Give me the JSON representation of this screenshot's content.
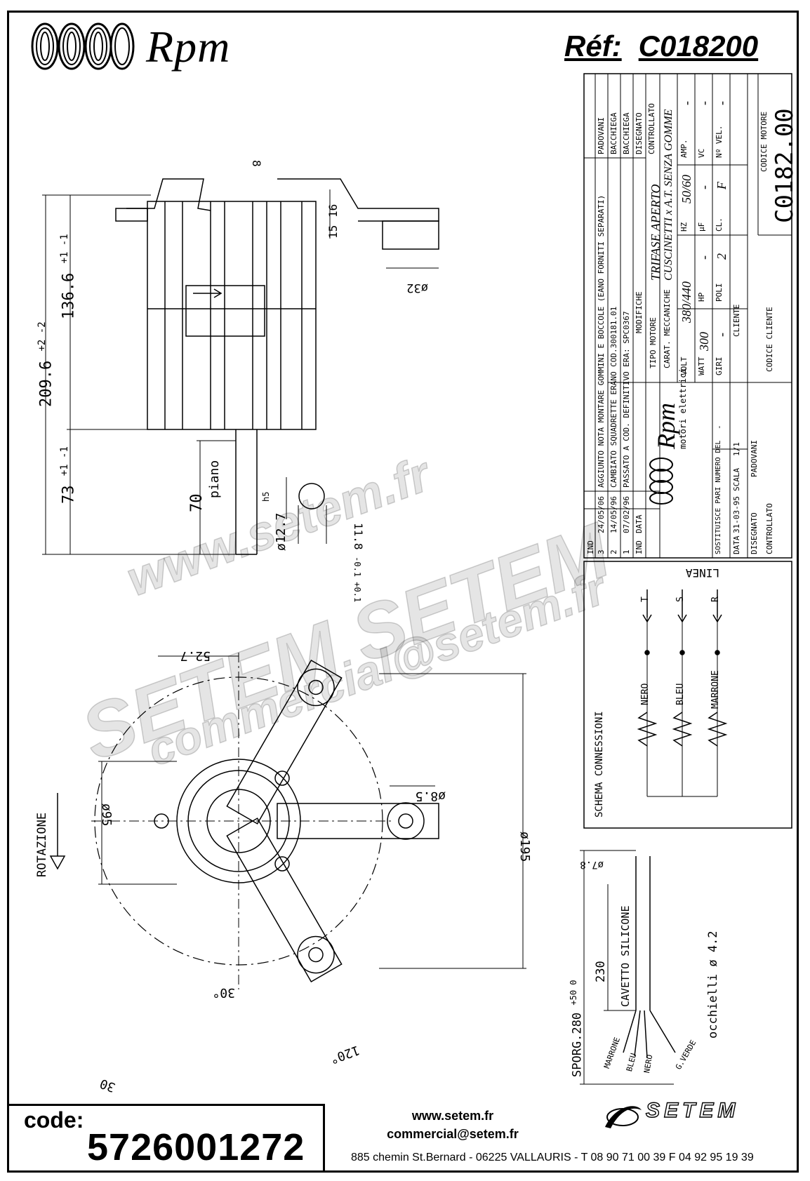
{
  "header": {
    "brand": "Rpm",
    "ref_label": "Réf:",
    "ref_value": "C018200"
  },
  "drawing": {
    "dims": {
      "d8": "8",
      "d16": "16",
      "d15": "15",
      "d32": "ø32",
      "d1366": "136.6",
      "d1366_tol": "+1 -1",
      "d2096": "209.6",
      "d2096_tol": "+2 -2",
      "d73": "73",
      "d73_tol": "+1 -1",
      "d70": "70",
      "piano": "piano",
      "d127": "ø12.7",
      "h5": "h5",
      "d118": "11.8",
      "d118_tol": "-0.1 +0.1",
      "d527": "52.7",
      "d85": "ø8.5",
      "d95": "ø95",
      "d195": "ø195",
      "d30a": "30°",
      "d120": "120°",
      "d30b": "30",
      "rotazione": "ROTAZIONE"
    },
    "cable": {
      "d78": "ø7.8",
      "d230": "230",
      "cavetto": "CAVETTO SILICONE",
      "sporg": "SPORG.280",
      "sporg_tol": "+50 0",
      "occhielli": "occhielli ø 4.2",
      "wires": [
        "MARRONE",
        "BLEU",
        "NERO",
        "G.VERDE"
      ]
    }
  },
  "connection": {
    "title": "SCHEMA CONNESSIONI",
    "linea": "LINEA",
    "phases": [
      "T",
      "S",
      "R"
    ],
    "wires": [
      "NERO",
      "BLEU",
      "MARRONE"
    ]
  },
  "title_block": {
    "revisions": [
      {
        "ind": "3",
        "date": "24/05/06",
        "text": "AGGIUNTO NOTA MONTARE GOMMINI E BOCCOLE (EANO FORNITI SEPARATI)",
        "by": "PADOVANI"
      },
      {
        "ind": "2",
        "date": "14/05/96",
        "text": "CAMBIATO SQUADRETTE ERANO COD.300181.01",
        "by": "BACCHIEGA"
      },
      {
        "ind": "1",
        "date": "07/02/96",
        "text": "PASSATO A COD. DEFINITIVO ERA: SPC0367",
        "by": "BACCHIEGA"
      }
    ],
    "col_ind": "IND",
    "col_data": "DATA",
    "col_modifiche": "MODIFICHE",
    "col_disegnato": "DISEGNATO",
    "col_controllato": "CONTROLLATO",
    "company": "Rpm",
    "company_sub": "motori elettrici",
    "tipo_motore_label": "TIPO MOTORE",
    "tipo_motore": "TRIFASE APERTO",
    "carat_label": "CARAT. MECCANICHE",
    "carat": "CUSCINETTI x A.T. SENZA GOMME",
    "volt_label": "VOLT",
    "volt": "380/440",
    "hz_label": "HZ",
    "hz": "50/60",
    "amp_label": "AMP.",
    "amp": "-",
    "watt_label": "WATT",
    "watt": "300",
    "hp_label": "HP",
    "hp": "-",
    "uf_label": "µF",
    "uf": "-",
    "vc_label": "VC",
    "vc": "-",
    "giri_label": "GIRI",
    "giri": "-",
    "poli_label": "POLI",
    "poli": "2",
    "cl_label": "CL.",
    "cl": "F",
    "vel_label": "Nº VEL.",
    "vel": "-",
    "sostituisce_label": "SOSTITUISCE PARI NUMERO DEL",
    "sostituisce": "-",
    "data_label": "DATA",
    "data": "31-03-95",
    "scala_label": "SCALA",
    "scala": "1/1",
    "disegnato_label": "DISEGNATO",
    "disegnato": "PADOVANI",
    "controllato_label": "CONTROLLATO",
    "cliente_label": "CLIENTE",
    "codice_cliente_label": "CODICE CLIENTE",
    "codice_motore_label": "CODICE MOTORE",
    "codice_motore": "C0182.00"
  },
  "footer": {
    "code_label": "code:",
    "code_value": "5726001272",
    "website": "www.setem.fr",
    "email": "commercial@setem.fr",
    "address": "885 chemin St.Bernard  -  06225 VALLAURIS  -  T 08 90 71 00 39   F 04 92 95 19 39",
    "logo": "SETEM"
  },
  "watermarks": [
    "www.setem.fr",
    "SETEM SETEM",
    "commercial@setem.fr"
  ]
}
